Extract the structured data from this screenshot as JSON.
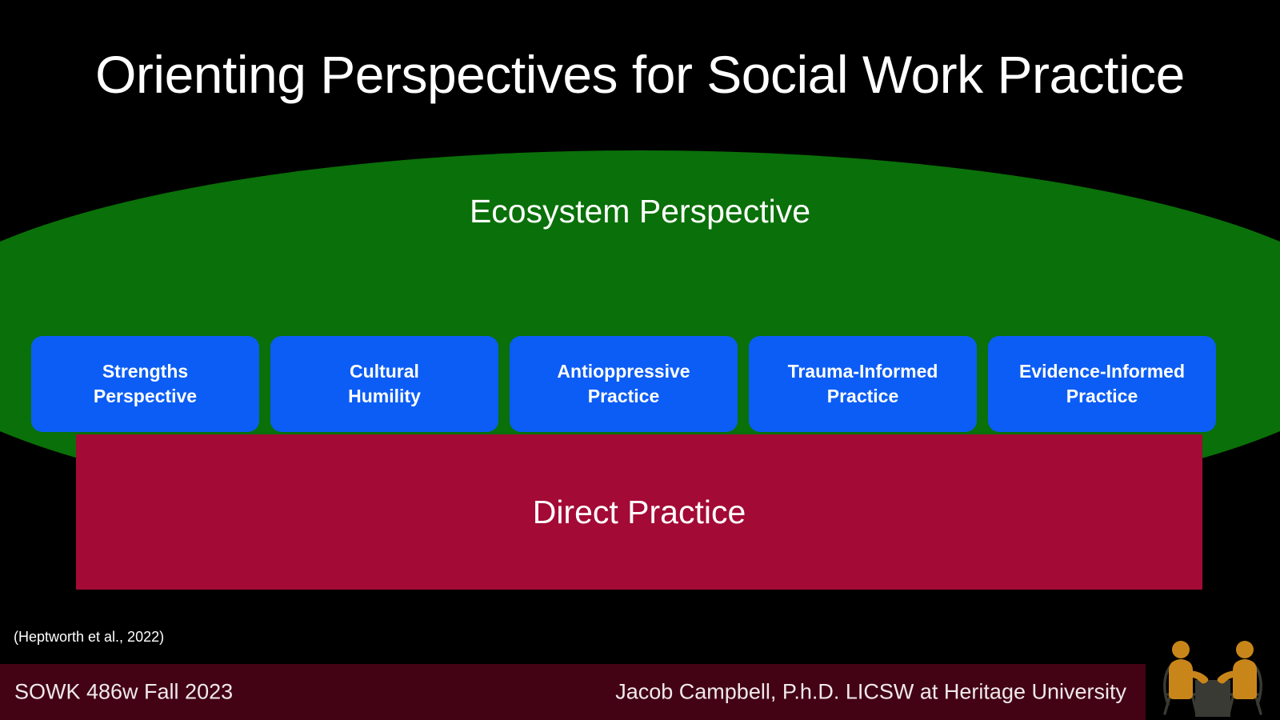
{
  "slide": {
    "title": "Orienting Perspectives for Social Work Practice",
    "background_color": "#000000"
  },
  "ecosystem": {
    "label": "Ecosystem Perspective",
    "color": "#0a7009",
    "shape": "ellipse"
  },
  "direct_practice": {
    "label": "Direct Practice",
    "color": "#a30a35",
    "shape": "rectangle"
  },
  "perspective_cards": {
    "color": "#0b5df5",
    "text_color": "#ffffff",
    "items": [
      {
        "line1": "Strengths",
        "line2": "Perspective"
      },
      {
        "line1": "Cultural",
        "line2": "Humility"
      },
      {
        "line1": "Antioppressive",
        "line2": "Practice"
      },
      {
        "line1": "Trauma-Informed",
        "line2": "Practice"
      },
      {
        "line1": "Evidence-Informed",
        "line2": "Practice"
      }
    ]
  },
  "citation": {
    "text": "(Heptworth et al., 2022)"
  },
  "footer": {
    "course": "SOWK 486w Fall 2023",
    "author": "Jacob Campbell, P.h.D. LICSW at Heritage University",
    "bar_color": "#430314",
    "text_color": "#f0e9ec"
  },
  "logo": {
    "name": "two-people-at-table-icon",
    "figure_color": "#c8861a",
    "furniture_color": "#3a3a35"
  }
}
